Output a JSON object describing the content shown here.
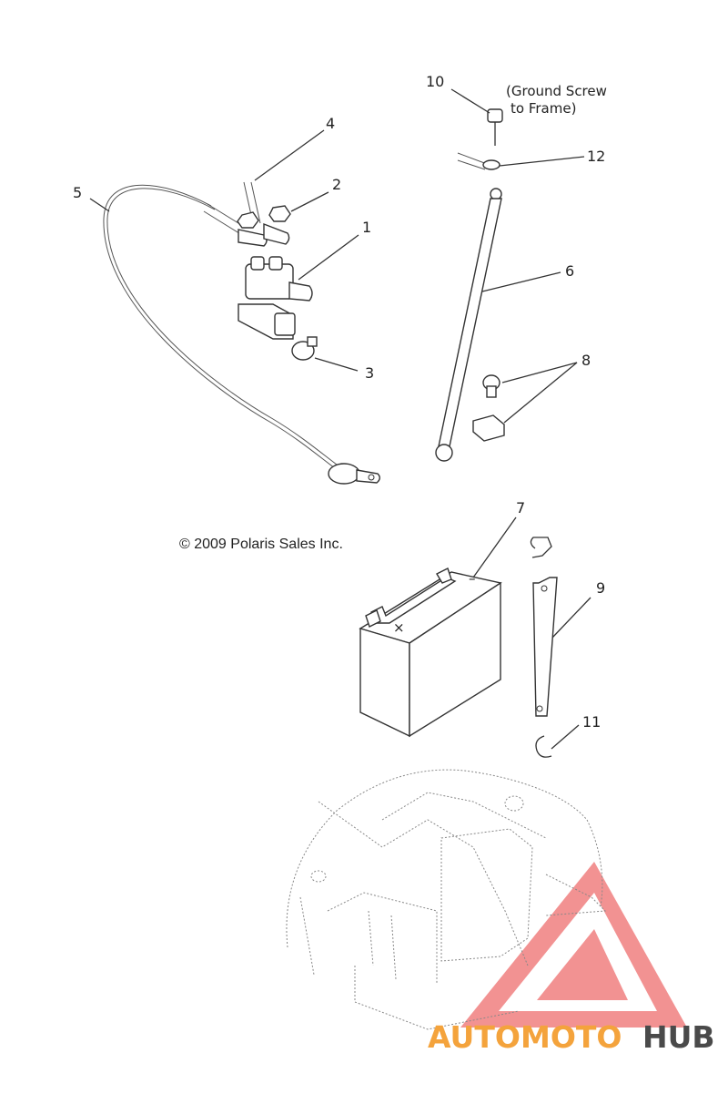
{
  "diagram": {
    "callouts": [
      "1",
      "2",
      "3",
      "4",
      "5",
      "6",
      "7",
      "8",
      "9",
      "10",
      "11",
      "12"
    ],
    "note_line1": "(Ground Screw",
    "note_line2": "to Frame)",
    "copyright": "© 2009 Polaris Sales Inc.",
    "battery_terminal_neg": "–",
    "battery_terminal_pos": "×"
  },
  "watermark": {
    "part1": "AUTO",
    "part2": "MOTO",
    "part3": "HUB",
    "colors": {
      "part1": "#f4a33c",
      "part2": "#f4a33c",
      "part3": "#4a4a4a",
      "logo": "#f08080"
    }
  }
}
